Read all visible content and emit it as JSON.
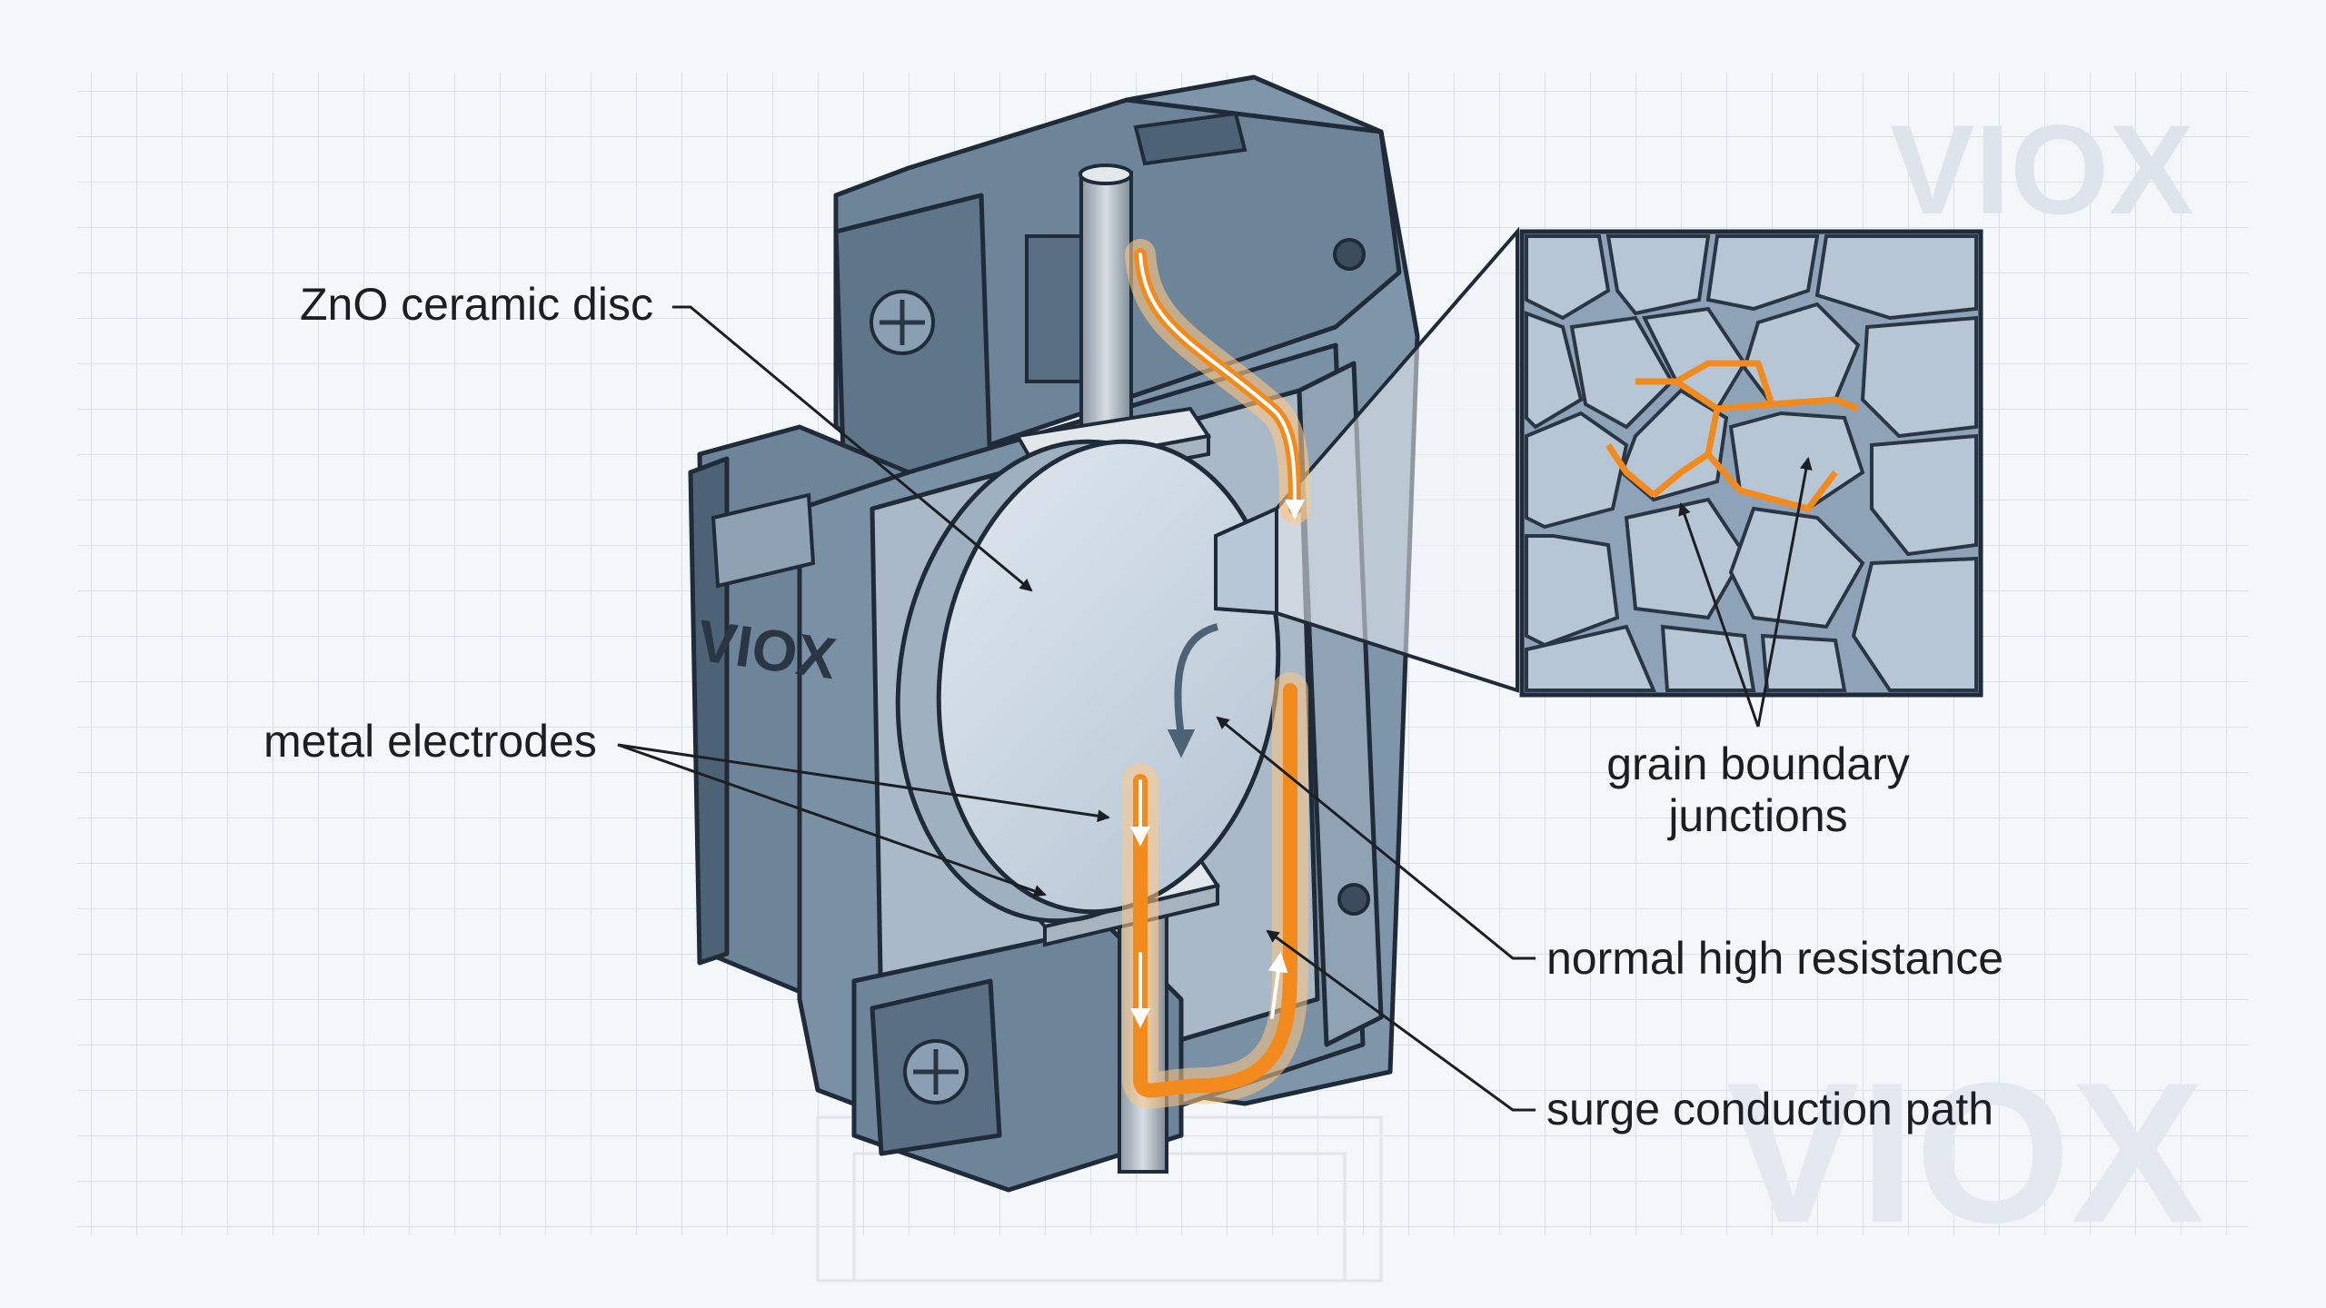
{
  "labels": {
    "zno_disc": "ZnO ceramic disc",
    "metal_electrodes": "metal electrodes",
    "grain_boundary_line1": "grain boundary",
    "grain_boundary_line2": "junctions",
    "normal_high_resistance": "normal high resistance",
    "surge_path": "surge conduction path"
  },
  "brand": {
    "housing_logo": "VIOX",
    "watermark": "VIOX"
  },
  "colors": {
    "housing": "#6d8499",
    "housing_dark": "#4d6275",
    "disc": "#c9d6e2",
    "surge": "#f28a1e",
    "grid": "#d5dde6",
    "outline": "#1f2b38"
  }
}
